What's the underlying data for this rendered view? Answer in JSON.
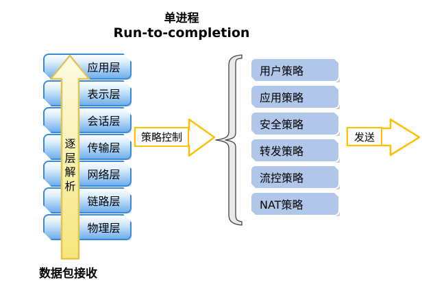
{
  "title": {
    "line1": "单进程",
    "line2": "Run-to-completion"
  },
  "left_stack": {
    "layers": [
      "应用层",
      "表示层",
      "会话层",
      "传输层",
      "网络层",
      "链路层",
      "物理层"
    ],
    "up_arrow_label": "逐层解析",
    "bottom_label": "数据包接收"
  },
  "middle": {
    "arrow_label": "策略控制"
  },
  "right_stack": {
    "policies": [
      "用户策略",
      "应用策略",
      "安全策略",
      "转发策略",
      "流控策略",
      "NAT策略"
    ]
  },
  "output": {
    "arrow_label": "发送"
  },
  "colors": {
    "layer_border": "#3a89d8",
    "layer_fill_top": "#fbfdff",
    "layer_fill_bottom": "#6fadec",
    "policy_fill": "#b0c7e9",
    "policy_border": "#ffffff",
    "up_arrow_fill_top": "#fefbe0",
    "up_arrow_fill_bottom": "#f6e67e",
    "up_arrow_border": "#e0c352",
    "flow_arrow_border": "#FFC000",
    "brace_fill": "#e9e9e9",
    "brace_outline": "#404040",
    "text": "#000000",
    "background": "#ffffff"
  }
}
